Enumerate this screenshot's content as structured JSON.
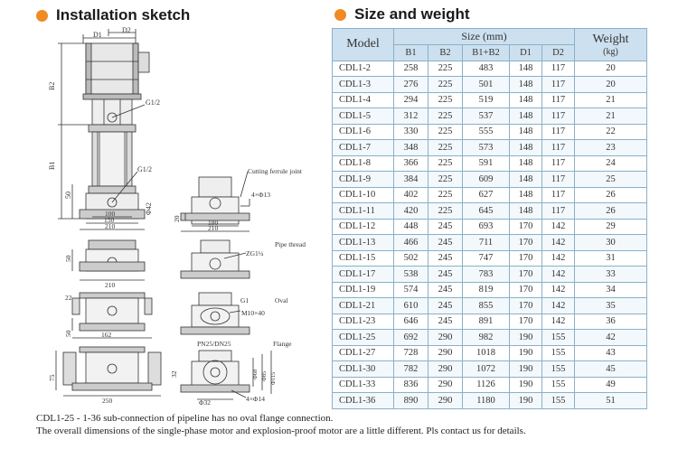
{
  "sections": {
    "installation_title": "Installation sketch",
    "size_title": "Size and weight",
    "bullet_color": "#f08a24"
  },
  "sketch_labels": {
    "d1": "D1",
    "d2": "D2",
    "b2": "B2",
    "b1": "B1",
    "g12_top": "G1/2",
    "g12_side": "G1/2",
    "dim_50": "50",
    "dim_phi42": "Φ42",
    "dim_100": "100",
    "dim_150": "150",
    "dim_210": "210",
    "dim_20": "20",
    "dim_180": "180",
    "dim_210b": "210",
    "cutting_ferrule": "Cutting ferrule joint",
    "holes_4x13": "4×Φ13",
    "dim_50b": "50",
    "pipe_thread": "Pipe thread",
    "zg": "ZG1¼",
    "dim_210c": "210",
    "dim_22": "22",
    "g1": "G1",
    "oval": "Oval",
    "m10x40": "M10×40",
    "dim_50c": "50",
    "dim_162": "162",
    "pn": "PN25/DN25",
    "flange": "Flange",
    "dim_75": "75",
    "dim_32": "32",
    "dim_250": "250",
    "dim_phi68": "Φ68",
    "dim_phi85": "Φ85",
    "dim_phi115": "Φ115",
    "dim_phi32": "Φ32",
    "holes_4x14": "4×Φ14"
  },
  "table": {
    "header": {
      "model": "Model",
      "size_group": "Size (mm)",
      "weight": "Weight",
      "weight_unit": "(kg)",
      "b1": "B1",
      "b2": "B2",
      "b1b2": "B1+B2",
      "d1": "D1",
      "d2": "D2"
    },
    "rows": [
      [
        "CDL1-2",
        "258",
        "225",
        "483",
        "148",
        "117",
        "20"
      ],
      [
        "CDL1-3",
        "276",
        "225",
        "501",
        "148",
        "117",
        "20"
      ],
      [
        "CDL1-4",
        "294",
        "225",
        "519",
        "148",
        "117",
        "21"
      ],
      [
        "CDL1-5",
        "312",
        "225",
        "537",
        "148",
        "117",
        "21"
      ],
      [
        "CDL1-6",
        "330",
        "225",
        "555",
        "148",
        "117",
        "22"
      ],
      [
        "CDL1-7",
        "348",
        "225",
        "573",
        "148",
        "117",
        "23"
      ],
      [
        "CDL1-8",
        "366",
        "225",
        "591",
        "148",
        "117",
        "24"
      ],
      [
        "CDL1-9",
        "384",
        "225",
        "609",
        "148",
        "117",
        "25"
      ],
      [
        "CDL1-10",
        "402",
        "225",
        "627",
        "148",
        "117",
        "26"
      ],
      [
        "CDL1-11",
        "420",
        "225",
        "645",
        "148",
        "117",
        "26"
      ],
      [
        "CDL1-12",
        "448",
        "245",
        "693",
        "170",
        "142",
        "29"
      ],
      [
        "CDL1-13",
        "466",
        "245",
        "711",
        "170",
        "142",
        "30"
      ],
      [
        "CDL1-15",
        "502",
        "245",
        "747",
        "170",
        "142",
        "31"
      ],
      [
        "CDL1-17",
        "538",
        "245",
        "783",
        "170",
        "142",
        "33"
      ],
      [
        "CDL1-19",
        "574",
        "245",
        "819",
        "170",
        "142",
        "34"
      ],
      [
        "CDL1-21",
        "610",
        "245",
        "855",
        "170",
        "142",
        "35"
      ],
      [
        "CDL1-23",
        "646",
        "245",
        "891",
        "170",
        "142",
        "36"
      ],
      [
        "CDL1-25",
        "692",
        "290",
        "982",
        "190",
        "155",
        "42"
      ],
      [
        "CDL1-27",
        "728",
        "290",
        "1018",
        "190",
        "155",
        "43"
      ],
      [
        "CDL1-30",
        "782",
        "290",
        "1072",
        "190",
        "155",
        "45"
      ],
      [
        "CDL1-33",
        "836",
        "290",
        "1126",
        "190",
        "155",
        "49"
      ],
      [
        "CDL1-36",
        "890",
        "290",
        "1180",
        "190",
        "155",
        "51"
      ]
    ]
  },
  "notes": {
    "line1": "CDL1-25 - 1-36 sub-connection of pipeline has no oval flange connection.",
    "line2": "The overall dimensions of the single-phase motor and explosion-proof motor are a little different. Pls contact us for details."
  }
}
